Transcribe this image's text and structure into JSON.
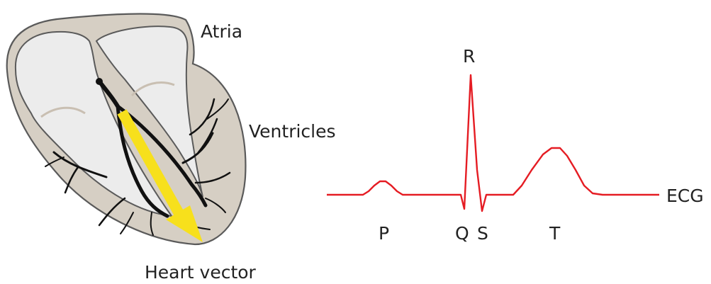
{
  "heart": {
    "atria_label": "Atria",
    "ventricles_label": "Ventricles",
    "vector_label": "Heart vector"
  },
  "ecg": {
    "trace_label": "ECG",
    "waves": {
      "p": "P",
      "q": "Q",
      "r": "R",
      "s": "S",
      "t": "T"
    }
  },
  "colors": {
    "tissue": "#d6cfc4",
    "chamber": "#ececec",
    "outline": "#5a5a5a",
    "conduction": "#111111",
    "vector_arrow": "#f7e01c",
    "ecg_trace": "#e51c23"
  }
}
